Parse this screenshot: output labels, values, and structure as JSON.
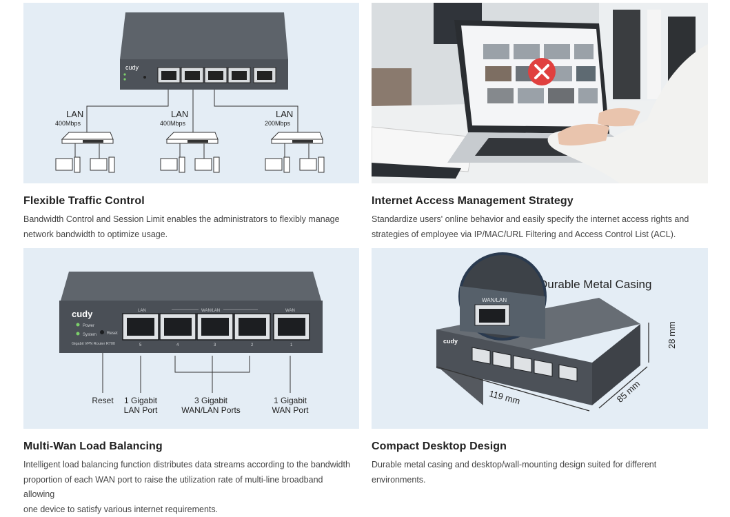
{
  "panel1": {
    "device_brand": "cudy",
    "lan_groups": [
      {
        "label": "LAN",
        "speed": "400Mbps"
      },
      {
        "label": "LAN",
        "speed": "400Mbps"
      },
      {
        "label": "LAN",
        "speed": "200Mbps"
      }
    ]
  },
  "panel3": {
    "device_brand": "cudy",
    "led_power": "Power",
    "led_system": "System",
    "reset_small": "Reset",
    "model": "Gigabit VPN Router R700",
    "port_group_lan": "LAN",
    "port_group_wanlan": "WAN/LAN",
    "port_group_wan": "WAN",
    "port_numbers": [
      "5",
      "4",
      "3",
      "2",
      "1"
    ],
    "callouts": {
      "reset": "Reset",
      "lan_line1": "1 Gigabit",
      "lan_line2": "LAN Port",
      "wanlan_line1": "3 Gigabit",
      "wanlan_line2": "WAN/LAN Ports",
      "wan_line1": "1 Gigabit",
      "wan_line2": "WAN Port"
    }
  },
  "panel4": {
    "heading": "Durable Metal Casing",
    "zoom_label": "WAN/LAN",
    "device_brand": "cudy",
    "dim_width": "119 mm",
    "dim_depth": "85 mm",
    "dim_height": "28 mm"
  },
  "features": [
    {
      "title": "Flexible Traffic Control",
      "line1": "Bandwidth Control and Session Limit enables the administrators to flexibly manage",
      "line2": "network bandwidth to optimize usage.",
      "line3": ""
    },
    {
      "title": "Internet Access Management Strategy",
      "line1": "Standardize users' online behavior and easily specify the internet access rights and",
      "line2": "strategies of employee via IP/MAC/URL Filtering and Access Control List (ACL).",
      "line3": ""
    },
    {
      "title": "Multi-Wan Load Balancing",
      "line1": "Intelligent load balancing function distributes data streams according to the bandwidth",
      "line2": "proportion of each WAN port to raise the utilization rate of multi-line broadband allowing",
      "line3": "one device to satisfy various internet requirements."
    },
    {
      "title": "Compact Desktop Design",
      "line1": "Durable metal casing and desktop/wall-mounting design suited for different",
      "line2": "environments.",
      "line3": ""
    }
  ]
}
